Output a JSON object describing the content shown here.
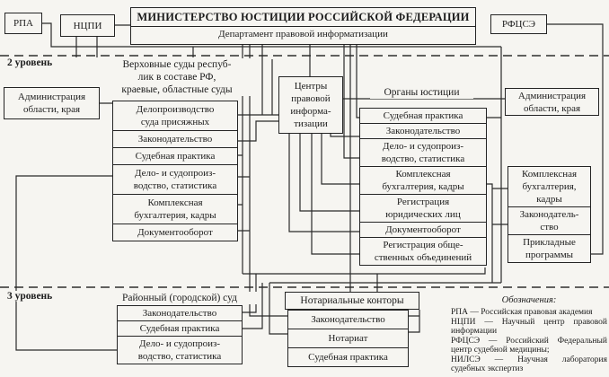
{
  "top": {
    "rpa": "РПА",
    "ncpi": "НЦПИ",
    "ministry_title": "МИНИСТЕРСТВО ЮСТИЦИИ РОССИЙСКОЙ ФЕДЕРАЦИИ",
    "ministry_department": "Департамент правовой информатизации",
    "rfcse": "РФЦСЭ"
  },
  "level2": {
    "label": "2 уровень",
    "supreme_courts_label": "Верховные суды респуб-\nлик в составе РФ,\nкраевые, областные суды",
    "admin_left": "Администрация\nобласти, края",
    "admin_right": "Администрация\nобласти, края",
    "legal_info_centers": "Центры\nправовой\nинформа-\nтизации",
    "justice_bodies_label": "Органы юстиции",
    "supreme_courts_stack": [
      "Делопроизводство\nсуда присяжных",
      "Законодательство",
      "Судебная практика",
      "Дело- и судопроиз-\nводство, статистика",
      "Комплексная\nбухгалтерия, кадры",
      "Документооборот"
    ],
    "justice_bodies_stack": [
      "Судебная практика",
      "Законодательство",
      "Дело- и судопроиз-\nводство, статистика",
      "Комплексная\nбухгалтерия, кадры",
      "Регистрация\nюридических лиц",
      "Документооборот",
      "Регистрация обще-\nственных объединений"
    ],
    "admin_right_stack": [
      "Комплексная\nбухгалтерия,\nкадры",
      "Законодатель-\nство",
      "Прикладные\nпрограммы"
    ]
  },
  "level3": {
    "label": "3 уровень",
    "district_court_label": "Районный (городской) суд",
    "district_court_stack": [
      "Законодательство",
      "Судебная практика",
      "Дело- и судопроиз-\nводство, статистика"
    ],
    "notary_label": "Нотариальные конторы",
    "notary_stack": [
      "Законодательство",
      "Нотариат",
      "Судебная практика"
    ]
  },
  "legend": {
    "title": "Обозначения:",
    "items": [
      "РПА — Российская правовая академия",
      "НЦПИ — Научный центр правовой информации",
      "РФЦСЭ — Российский Федеральный центр судебной медицины;",
      "НИЛСЭ — Научная лаборатория судебных экспертиз"
    ]
  }
}
